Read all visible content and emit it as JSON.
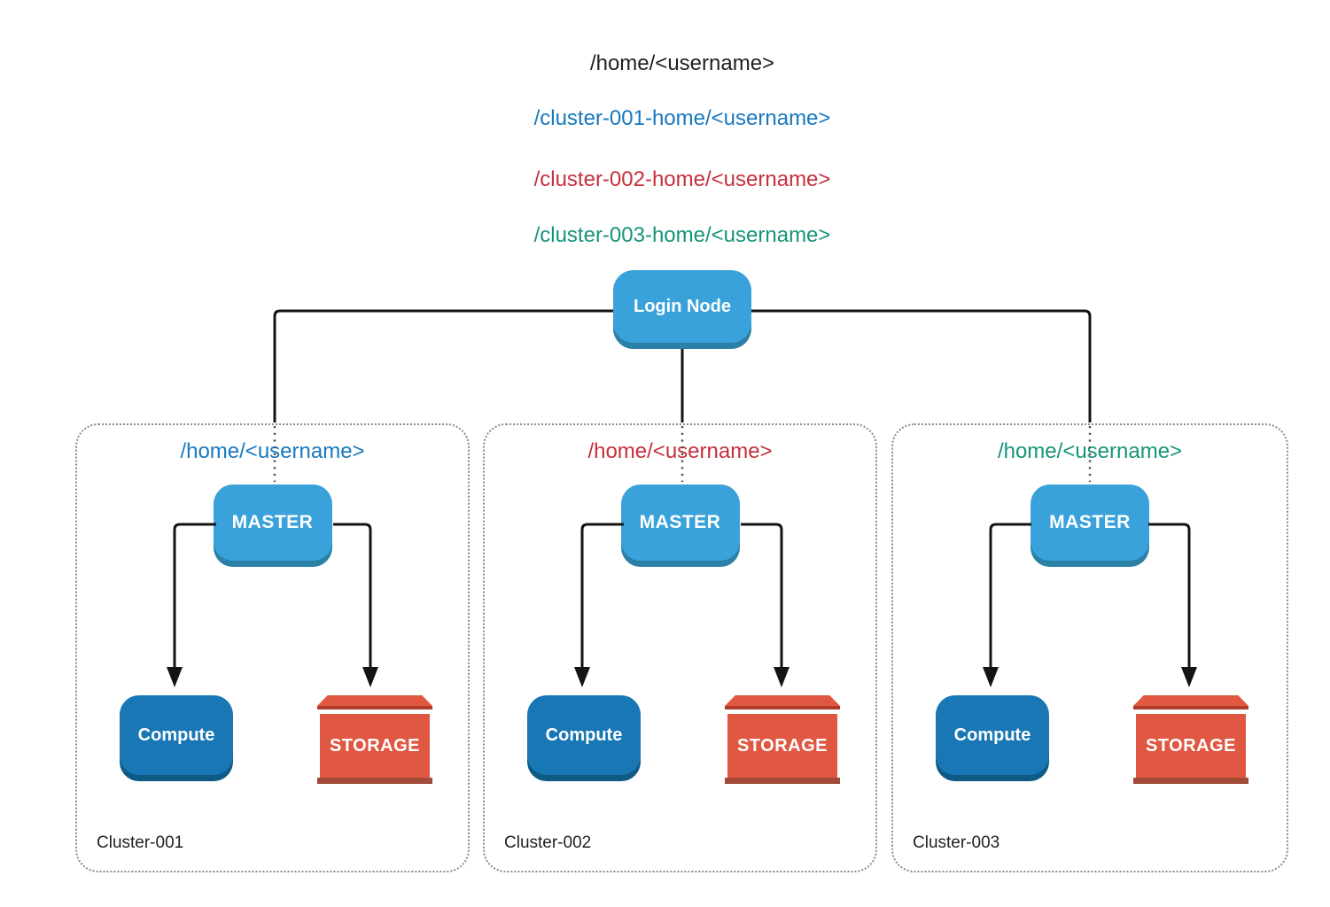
{
  "header": {
    "paths": [
      {
        "text": "/home/<username>",
        "color": "#1d2023"
      },
      {
        "text": "/cluster-001-home/<username>",
        "color": "#1878be"
      },
      {
        "text": "/cluster-002-home/<username>",
        "color": "#c5303c"
      },
      {
        "text": "/cluster-003-home/<username>",
        "color": "#16947b"
      }
    ]
  },
  "login_node": {
    "label": "Login Node"
  },
  "clusters": [
    {
      "name": "Cluster-001",
      "home_path": "/home/<username>",
      "home_color": "#1878be",
      "master_label": "MASTER",
      "compute_label": "Compute",
      "storage_label": "STORAGE"
    },
    {
      "name": "Cluster-002",
      "home_path": "/home/<username>",
      "home_color": "#c5303c",
      "master_label": "MASTER",
      "compute_label": "Compute",
      "storage_label": "STORAGE"
    },
    {
      "name": "Cluster-003",
      "home_path": "/home/<username>",
      "home_color": "#16947b",
      "master_label": "MASTER",
      "compute_label": "Compute",
      "storage_label": "STORAGE"
    }
  ],
  "colors": {
    "node_blue": "#3aa2da",
    "node_blue_shadow": "#2b80a6",
    "compute_blue": "#1877b4",
    "compute_blue_shadow": "#0e5a85",
    "storage_red": "#e05742",
    "storage_red_dark": "#b03b2b",
    "storage_red_base": "#a24b38",
    "line_black": "#141414",
    "dot_dark": "#4a4a4a",
    "dot_border": "#8c8c8c",
    "text_black": "#1d2023"
  }
}
